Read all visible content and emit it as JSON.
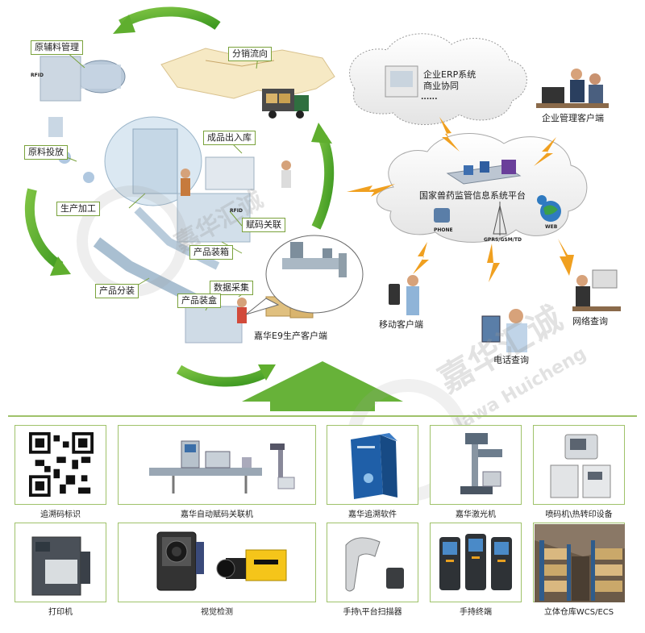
{
  "labels": {
    "raw_material_mgmt": "原辅料管理",
    "distribution_flow": "分销流向",
    "erp": "企业ERP系统",
    "business_collab": "商业协同",
    "enterprise_client": "企业管理客户端",
    "raw_material_feed": "原料投放",
    "finished_goods": "成品出入库",
    "production": "生产加工",
    "code_assoc": "赋码关联",
    "national_platform": "国家兽药监管信息系统平台",
    "product_boxing": "产品装箱",
    "product_split": "产品分装",
    "data_collect": "数据采集",
    "product_cartoning": "产品装盒",
    "e9_client": "嘉华E9生产客户端",
    "mobile_client": "移动客户端",
    "phone_query": "电话查询",
    "network_query": "网络查询"
  },
  "tiny_labels": {
    "rfid_1": "RFID",
    "rfid_2": "RFID",
    "phone": "PHONE",
    "gprs": "GPRS/GSM/TD",
    "web": "WEB",
    "dots": "......"
  },
  "watermark": {
    "brand_cn": "嘉华汇诚",
    "brand_en": "Jawa Huicheng"
  },
  "products": [
    {
      "caption": "追溯码标识",
      "icon": "qr-code-icon"
    },
    {
      "caption": "嘉华自动赋码关联机",
      "icon": "coding-machine-icon"
    },
    {
      "caption": "嘉华追溯软件",
      "icon": "software-box-icon"
    },
    {
      "caption": "嘉华激光机",
      "icon": "laser-machine-icon"
    },
    {
      "caption": "喷码机\\热转印设备",
      "icon": "inkjet-printer-icon"
    },
    {
      "caption": "打印机",
      "icon": "label-printer-icon"
    },
    {
      "caption": "视觉检测",
      "icon": "vision-camera-icon"
    },
    {
      "caption": "手持\\平台扫描器",
      "icon": "barcode-scanner-icon"
    },
    {
      "caption": "手持终端",
      "icon": "handheld-terminal-icon"
    },
    {
      "caption": "立体仓库WCS/ECS",
      "icon": "warehouse-icon"
    }
  ],
  "colors": {
    "green_arrow": "#5fae2e",
    "lightning": "#f0a020",
    "cloud": "#c8c8c8",
    "border_green": "#9fc26a"
  }
}
